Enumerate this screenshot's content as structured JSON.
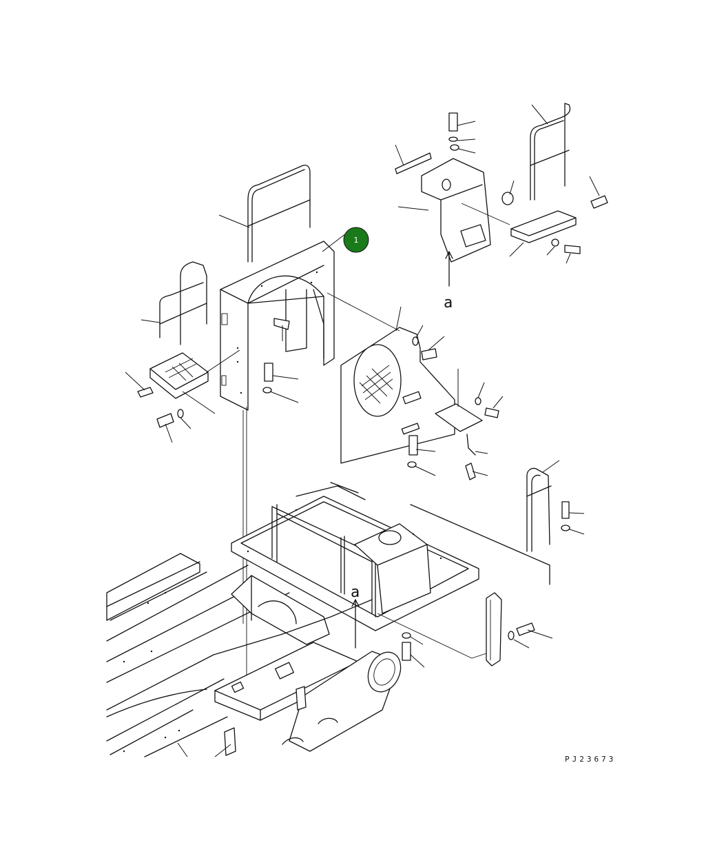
{
  "callout": {
    "number": "1",
    "color": "#1a7a1a"
  },
  "view_labels": {
    "top": "a",
    "bottom": "a"
  },
  "drawing_code": "PJ23673",
  "icons": [
    "handrail-icon",
    "bolt-icon",
    "washer-icon",
    "grating-icon",
    "frame-icon"
  ]
}
